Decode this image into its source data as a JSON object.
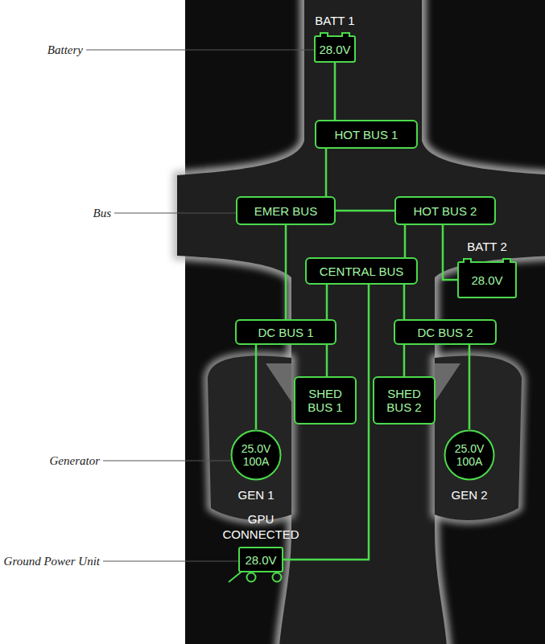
{
  "diagram": {
    "nodes": [
      {
        "text": [
          "BATT 1",
          "28.0V"
        ]
      },
      {
        "text": [
          "HOT BUS 1"
        ]
      },
      {
        "text": [
          "EMER BUS"
        ]
      },
      {
        "text": [
          "HOT BUS 2"
        ]
      },
      {
        "text": [
          "BATT 2",
          "28.0V"
        ]
      },
      {
        "text": [
          "CENTRAL BUS"
        ]
      },
      {
        "text": [
          "DC BUS 1"
        ]
      },
      {
        "text": [
          "DC BUS 2"
        ]
      },
      {
        "text": [
          "SHED BUS 1"
        ]
      },
      {
        "text": [
          "SHED BUS 2"
        ]
      },
      {
        "text": [
          "25.0V",
          "100A",
          "GEN 1"
        ]
      },
      {
        "text": [
          "25.0V",
          "100A",
          "GEN 2"
        ]
      },
      {
        "text": [
          "GPU CONNECTED",
          "28.0V"
        ]
      }
    ],
    "edges": [
      {
        "from": 0,
        "to": 1,
        "arrow": "none"
      },
      {
        "from": 1,
        "to": 2,
        "arrow": "none"
      },
      {
        "from": 2,
        "to": 3,
        "arrow": "none"
      },
      {
        "from": 2,
        "to": 6,
        "arrow": "none"
      },
      {
        "from": 3,
        "to": 5,
        "arrow": "none"
      },
      {
        "from": 3,
        "to": 4,
        "arrow": "none"
      },
      {
        "from": 5,
        "to": 6,
        "arrow": "none"
      },
      {
        "from": 5,
        "to": 7,
        "arrow": "none"
      },
      {
        "from": 6,
        "to": 8,
        "arrow": "none"
      },
      {
        "from": 7,
        "to": 9,
        "arrow": "none"
      },
      {
        "from": 6,
        "to": 10,
        "arrow": "none"
      },
      {
        "from": 7,
        "to": 11,
        "arrow": "none"
      },
      {
        "from": 5,
        "to": 12,
        "arrow": "none"
      }
    ],
    "labels": [
      "Battery",
      "Bus",
      "Generator",
      "Ground Power Unit"
    ]
  }
}
